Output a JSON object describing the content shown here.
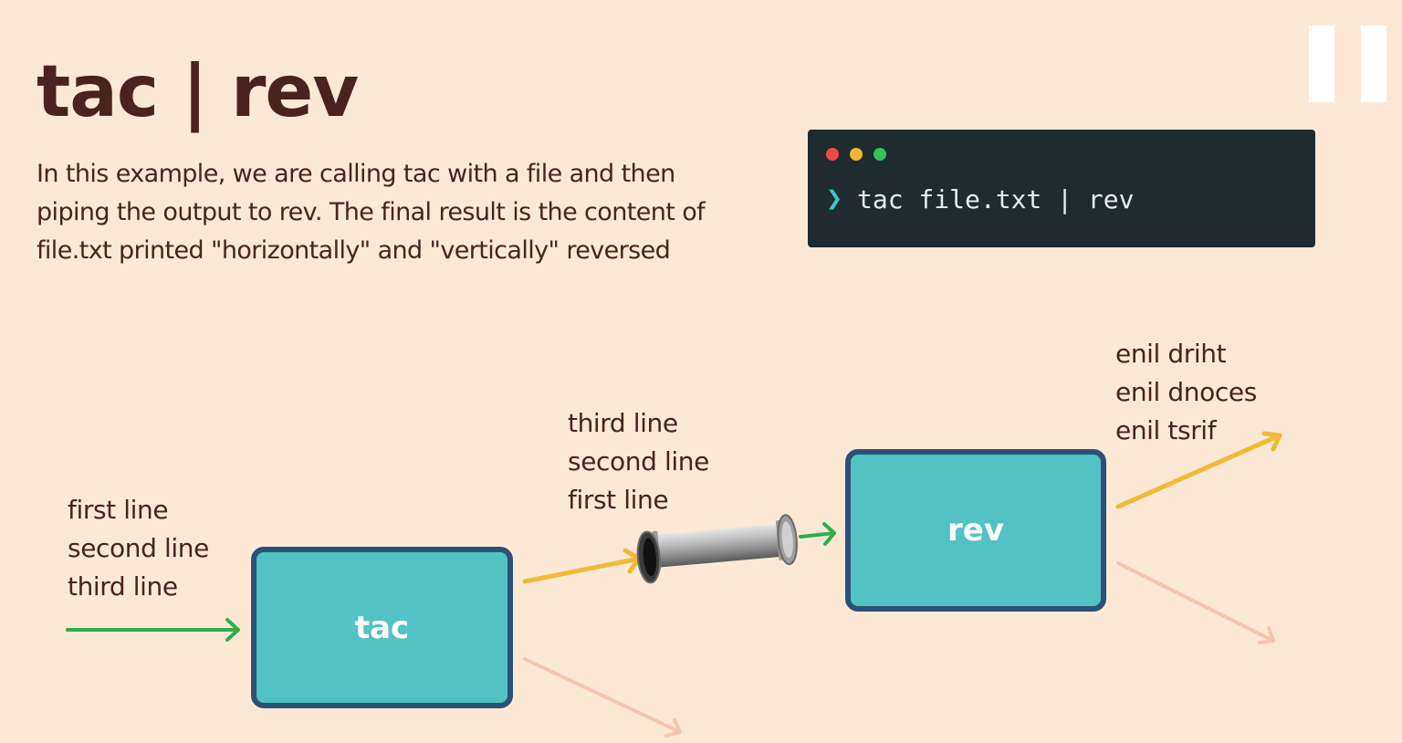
{
  "title": "tac | rev",
  "description": [
    "In this example, we are calling tac with a file and then",
    "piping the output to rev.  The final result is the content of",
    "file.txt printed \"horizontally\" and \"vertically\" reversed"
  ],
  "terminal": {
    "prompt": "❯",
    "command": "tac file.txt | rev"
  },
  "input_lines": [
    "first line",
    "second line",
    "third line"
  ],
  "tac_output_lines": [
    "third line",
    "second line",
    "first line"
  ],
  "rev_output_lines": [
    "enil driht",
    "enil dnoces",
    "enil tsrif"
  ],
  "boxes": {
    "tac": "tac",
    "rev": "rev"
  },
  "colors": {
    "background": "#fbe9d6",
    "text": "#4a2220",
    "box_fill": "#52c2c5",
    "box_border": "#2b5177",
    "arrow_green": "#2fae4a",
    "arrow_yellow": "#f2b934",
    "arrow_faded": "#f6c4ad",
    "terminal_bg": "#1f2b2e"
  }
}
